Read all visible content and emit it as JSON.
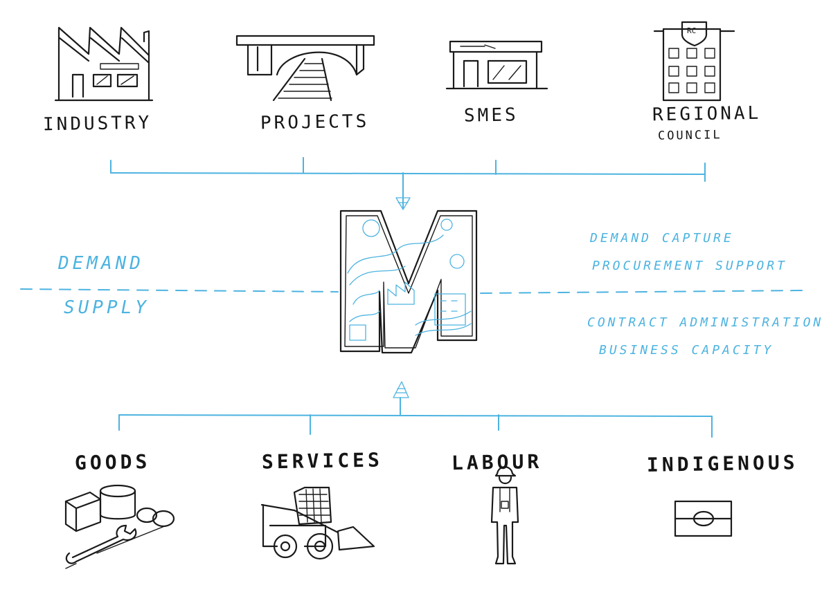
{
  "demand_sources": [
    {
      "label": "INDUSTRY",
      "sublabel": ""
    },
    {
      "label": "PROJECTS",
      "sublabel": ""
    },
    {
      "label": "SMES",
      "sublabel": ""
    },
    {
      "label": "REGIONAL",
      "sublabel": "COUNCIL"
    }
  ],
  "council_badge": "RC",
  "hub_letter": "M",
  "axis": {
    "demand": "DEMAND",
    "supply": "SUPPLY"
  },
  "services": [
    "DEMAND CAPTURE",
    "PROCUREMENT SUPPORT",
    "CONTRACT ADMINISTRATION",
    "BUSINESS CAPACITY"
  ],
  "supply_sources": [
    {
      "label": "GOODS"
    },
    {
      "label": "SERVICES"
    },
    {
      "label": "LABOUR"
    },
    {
      "label": "INDIGENOUS"
    }
  ],
  "colors": {
    "ink": "#1a1a1a",
    "accent": "#4cb3e0",
    "background": "#ffffff"
  }
}
